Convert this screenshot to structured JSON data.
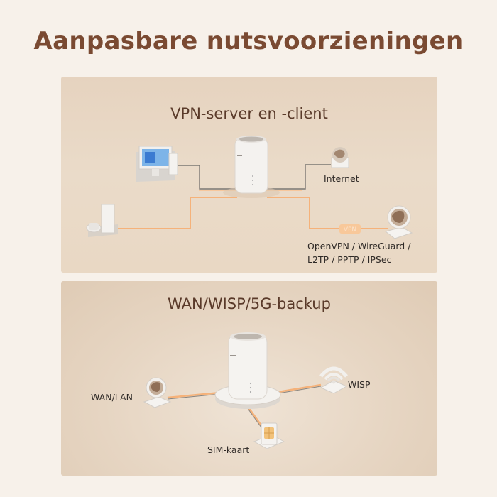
{
  "page": {
    "title": "Aanpasbare nutsvoorzieningen"
  },
  "vpn_panel": {
    "title": "VPN-server en -client",
    "internet_label": "Internet",
    "protocols_line1": "OpenVPN / WireGuard /",
    "protocols_line2": "L2TP / PPTP / IPSec"
  },
  "wan_panel": {
    "title": "WAN/WISP/5G-backup",
    "wan_label": "WAN/LAN",
    "wisp_label": "WISP",
    "sim_label": "SIM-kaart"
  },
  "colors": {
    "accent": "#7a4a32",
    "line_orange": "#f5b27a",
    "line_gray": "#7b7772",
    "panel_bg": "#e8d6c2"
  },
  "icons": [
    "router-icon",
    "computer-monitor-icon",
    "mini-pc-icon",
    "globe-icon",
    "wifi-icon",
    "sim-card-icon",
    "vpn-badge-icon"
  ]
}
